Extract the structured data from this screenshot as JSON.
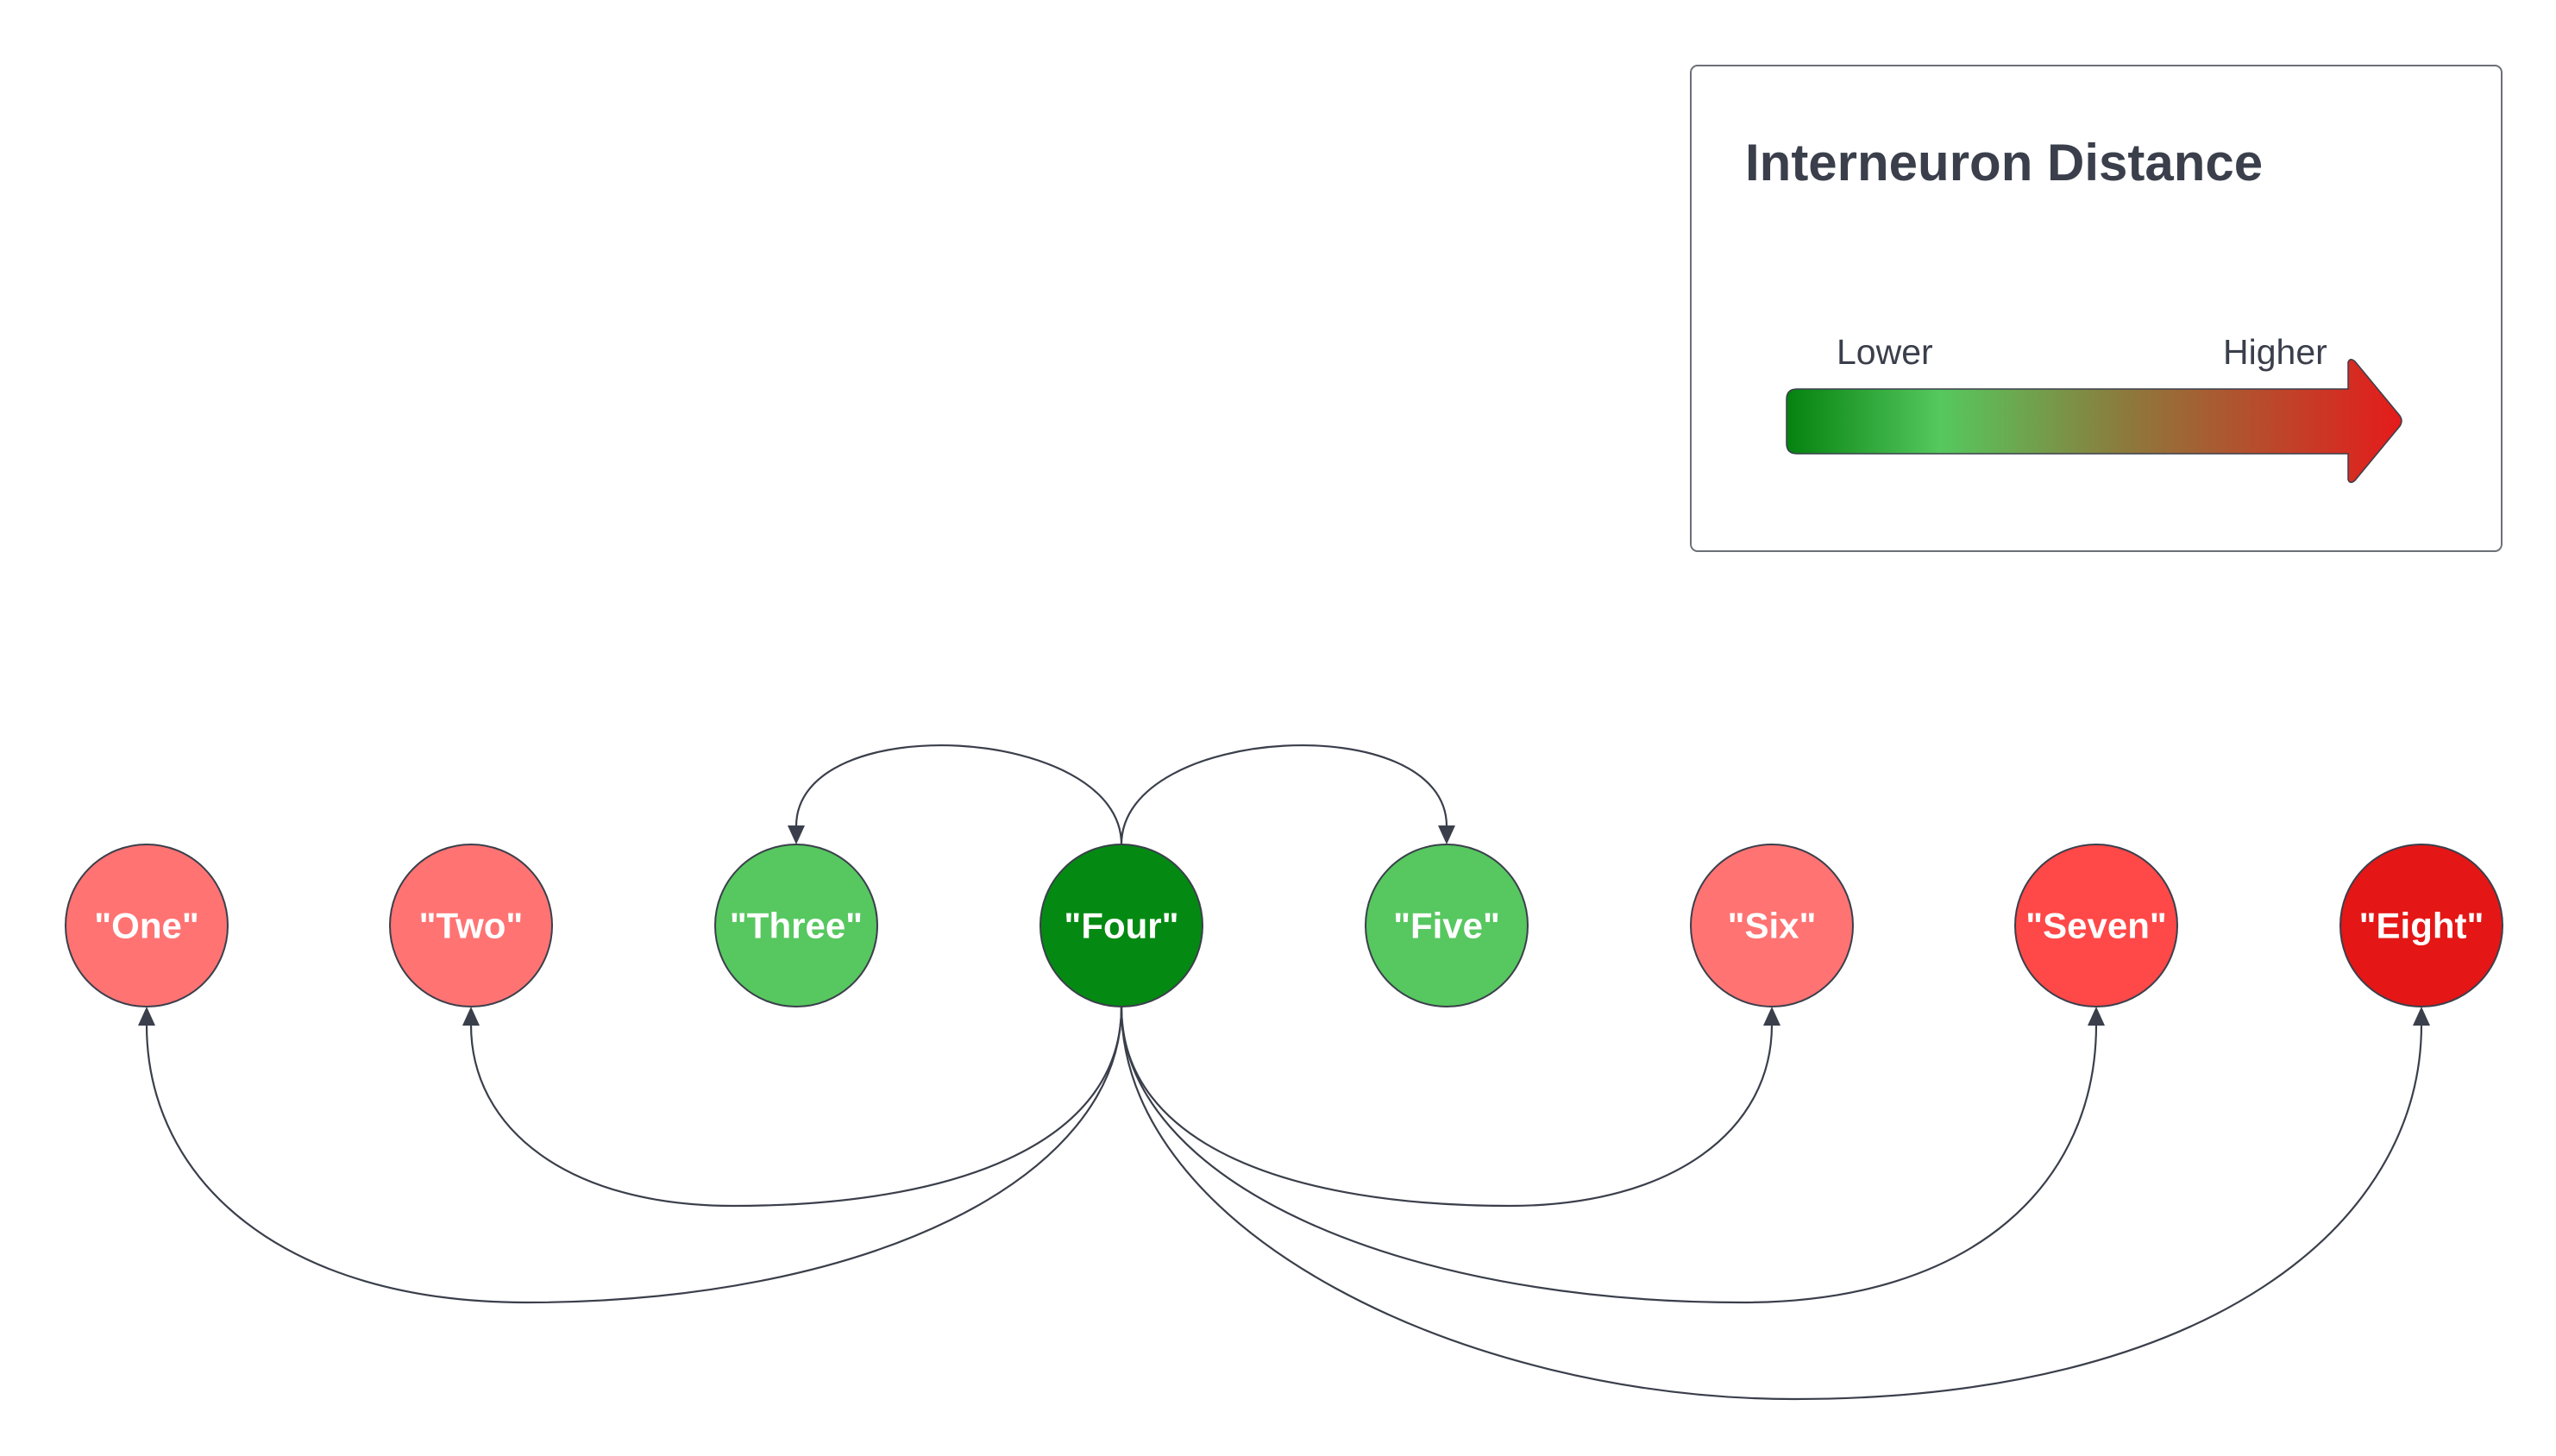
{
  "legend": {
    "title": "Interneuron Distance",
    "low_label": "Lower",
    "high_label": "Higher",
    "gradient_colors": [
      "#0b8a16",
      "#57c95f",
      "#8a7a3c",
      "#e01b1b"
    ]
  },
  "nodes": [
    {
      "id": "one",
      "label": "\"One\"",
      "color": "#ff7373"
    },
    {
      "id": "two",
      "label": "\"Two\"",
      "color": "#ff7373"
    },
    {
      "id": "three",
      "label": "\"Three\"",
      "color": "#57c760"
    },
    {
      "id": "four",
      "label": "\"Four\"",
      "color": "#048a12"
    },
    {
      "id": "five",
      "label": "\"Five\"",
      "color": "#57c760"
    },
    {
      "id": "six",
      "label": "\"Six\"",
      "color": "#ff7373"
    },
    {
      "id": "seven",
      "label": "\"Seven\"",
      "color": "#ff4848"
    },
    {
      "id": "eight",
      "label": "\"Eight\"",
      "color": "#e51616"
    }
  ],
  "edges": [
    {
      "from": "four",
      "to": "three"
    },
    {
      "from": "four",
      "to": "five"
    },
    {
      "from": "four",
      "to": "one"
    },
    {
      "from": "four",
      "to": "two"
    },
    {
      "from": "four",
      "to": "six"
    },
    {
      "from": "four",
      "to": "seven"
    },
    {
      "from": "four",
      "to": "eight"
    }
  ]
}
